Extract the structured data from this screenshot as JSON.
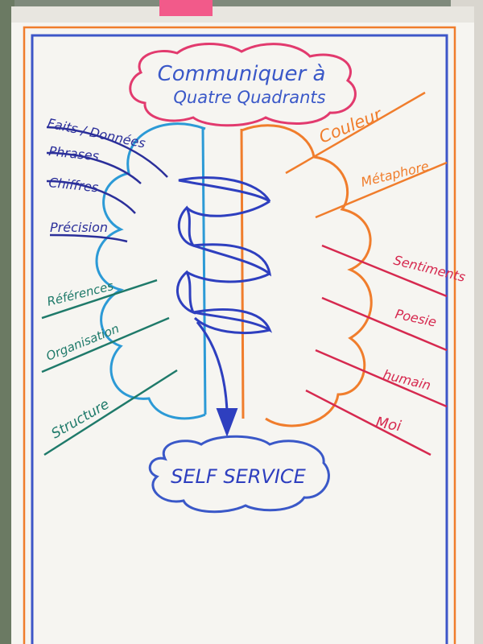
{
  "title": {
    "line1": "Communiquer à",
    "line2": "Quatre Quadrants"
  },
  "left_labels": [
    "Faits / Données",
    "Phrases",
    "Chiffres",
    "Précision",
    "Références",
    "Organisation",
    "Structure"
  ],
  "right_labels": [
    "Couleur",
    "Métaphore",
    "Sentiments",
    "Poesie",
    "humain",
    "Moi"
  ],
  "center_label": "SELF SERVICE",
  "colors": {
    "paper": "#f6f5f1",
    "title_pink": "#e23a6e",
    "title_blue": "#3a58c8",
    "left_navy": "#2b2f9a",
    "left_teal": "#1f7a6a",
    "cloud_blue": "#2c9ad6",
    "arrow_blue": "#2e3fbf",
    "right_orange": "#f07d2c",
    "right_red": "#d6294f",
    "frame_blue": "#3d56c8",
    "frame_orange": "#f07d2c",
    "sticky_pink": "#f25a8a"
  }
}
